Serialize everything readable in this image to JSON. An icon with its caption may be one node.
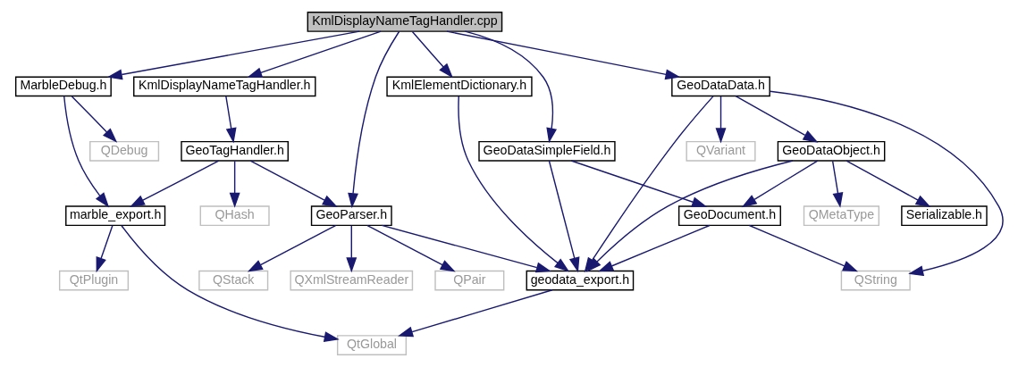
{
  "diagram": {
    "nodes": [
      {
        "text": [
          "KmlDisplayNameTagHandler.cpp"
        ]
      },
      {
        "text": [
          "KmlDisplayNameTagHandler.h"
        ]
      },
      {
        "text": [
          "MarbleDebug.h"
        ]
      },
      {
        "text": [
          "KmlElementDictionary.h"
        ]
      },
      {
        "text": [
          "GeoDataData.h"
        ]
      },
      {
        "text": [
          "GeoTagHandler.h"
        ]
      },
      {
        "text": [
          "QDebug"
        ]
      },
      {
        "text": [
          "GeoDataSimpleField.h"
        ]
      },
      {
        "text": [
          "QVariant"
        ]
      },
      {
        "text": [
          "GeoDataObject.h"
        ]
      },
      {
        "text": [
          "GeoParser.h"
        ]
      },
      {
        "text": [
          "QHash"
        ]
      },
      {
        "text": [
          "marble_export.h"
        ]
      },
      {
        "text": [
          "GeoDocument.h"
        ]
      },
      {
        "text": [
          "QMetaType"
        ]
      },
      {
        "text": [
          "Serializable.h"
        ]
      },
      {
        "text": [
          "QPair"
        ]
      },
      {
        "text": [
          "QStack"
        ]
      },
      {
        "text": [
          "QXmlStreamReader"
        ]
      },
      {
        "text": [
          "QtPlugin"
        ]
      },
      {
        "text": [
          "geodata_export.h"
        ]
      },
      {
        "text": [
          "QString"
        ]
      },
      {
        "text": [
          "QtGlobal"
        ]
      }
    ],
    "edges": [
      {
        "from": 0,
        "to": 10,
        "arrow": "to"
      },
      {
        "from": 0,
        "to": 1,
        "arrow": "to"
      },
      {
        "from": 0,
        "to": 2,
        "arrow": "to"
      },
      {
        "from": 0,
        "to": 3,
        "arrow": "to"
      },
      {
        "from": 0,
        "to": 7,
        "arrow": "to"
      },
      {
        "from": 0,
        "to": 4,
        "arrow": "to"
      },
      {
        "from": 1,
        "to": 5,
        "arrow": "to"
      },
      {
        "from": 2,
        "to": 6,
        "arrow": "to"
      },
      {
        "from": 2,
        "to": 12,
        "arrow": "to"
      },
      {
        "from": 3,
        "to": 20,
        "arrow": "to"
      },
      {
        "from": 4,
        "to": 8,
        "arrow": "to"
      },
      {
        "from": 4,
        "to": 9,
        "arrow": "to"
      },
      {
        "from": 4,
        "to": 20,
        "arrow": "to"
      },
      {
        "from": 4,
        "to": 21,
        "arrow": "to"
      },
      {
        "from": 5,
        "to": 10,
        "arrow": "to"
      },
      {
        "from": 5,
        "to": 11,
        "arrow": "to"
      },
      {
        "from": 5,
        "to": 12,
        "arrow": "to"
      },
      {
        "from": 7,
        "to": 13,
        "arrow": "to"
      },
      {
        "from": 7,
        "to": 20,
        "arrow": "to"
      },
      {
        "from": 9,
        "to": 13,
        "arrow": "to"
      },
      {
        "from": 9,
        "to": 14,
        "arrow": "to"
      },
      {
        "from": 9,
        "to": 15,
        "arrow": "to"
      },
      {
        "from": 9,
        "to": 20,
        "arrow": "to"
      },
      {
        "from": 10,
        "to": 16,
        "arrow": "to"
      },
      {
        "from": 10,
        "to": 17,
        "arrow": "to"
      },
      {
        "from": 10,
        "to": 18,
        "arrow": "to"
      },
      {
        "from": 10,
        "to": 20,
        "arrow": "to"
      },
      {
        "from": 12,
        "to": 19,
        "arrow": "to"
      },
      {
        "from": 12,
        "to": 22,
        "arrow": "to"
      },
      {
        "from": 13,
        "to": 20,
        "arrow": "to"
      },
      {
        "from": 13,
        "to": 21,
        "arrow": "to"
      },
      {
        "from": 20,
        "to": 22,
        "arrow": "to"
      }
    ]
  }
}
